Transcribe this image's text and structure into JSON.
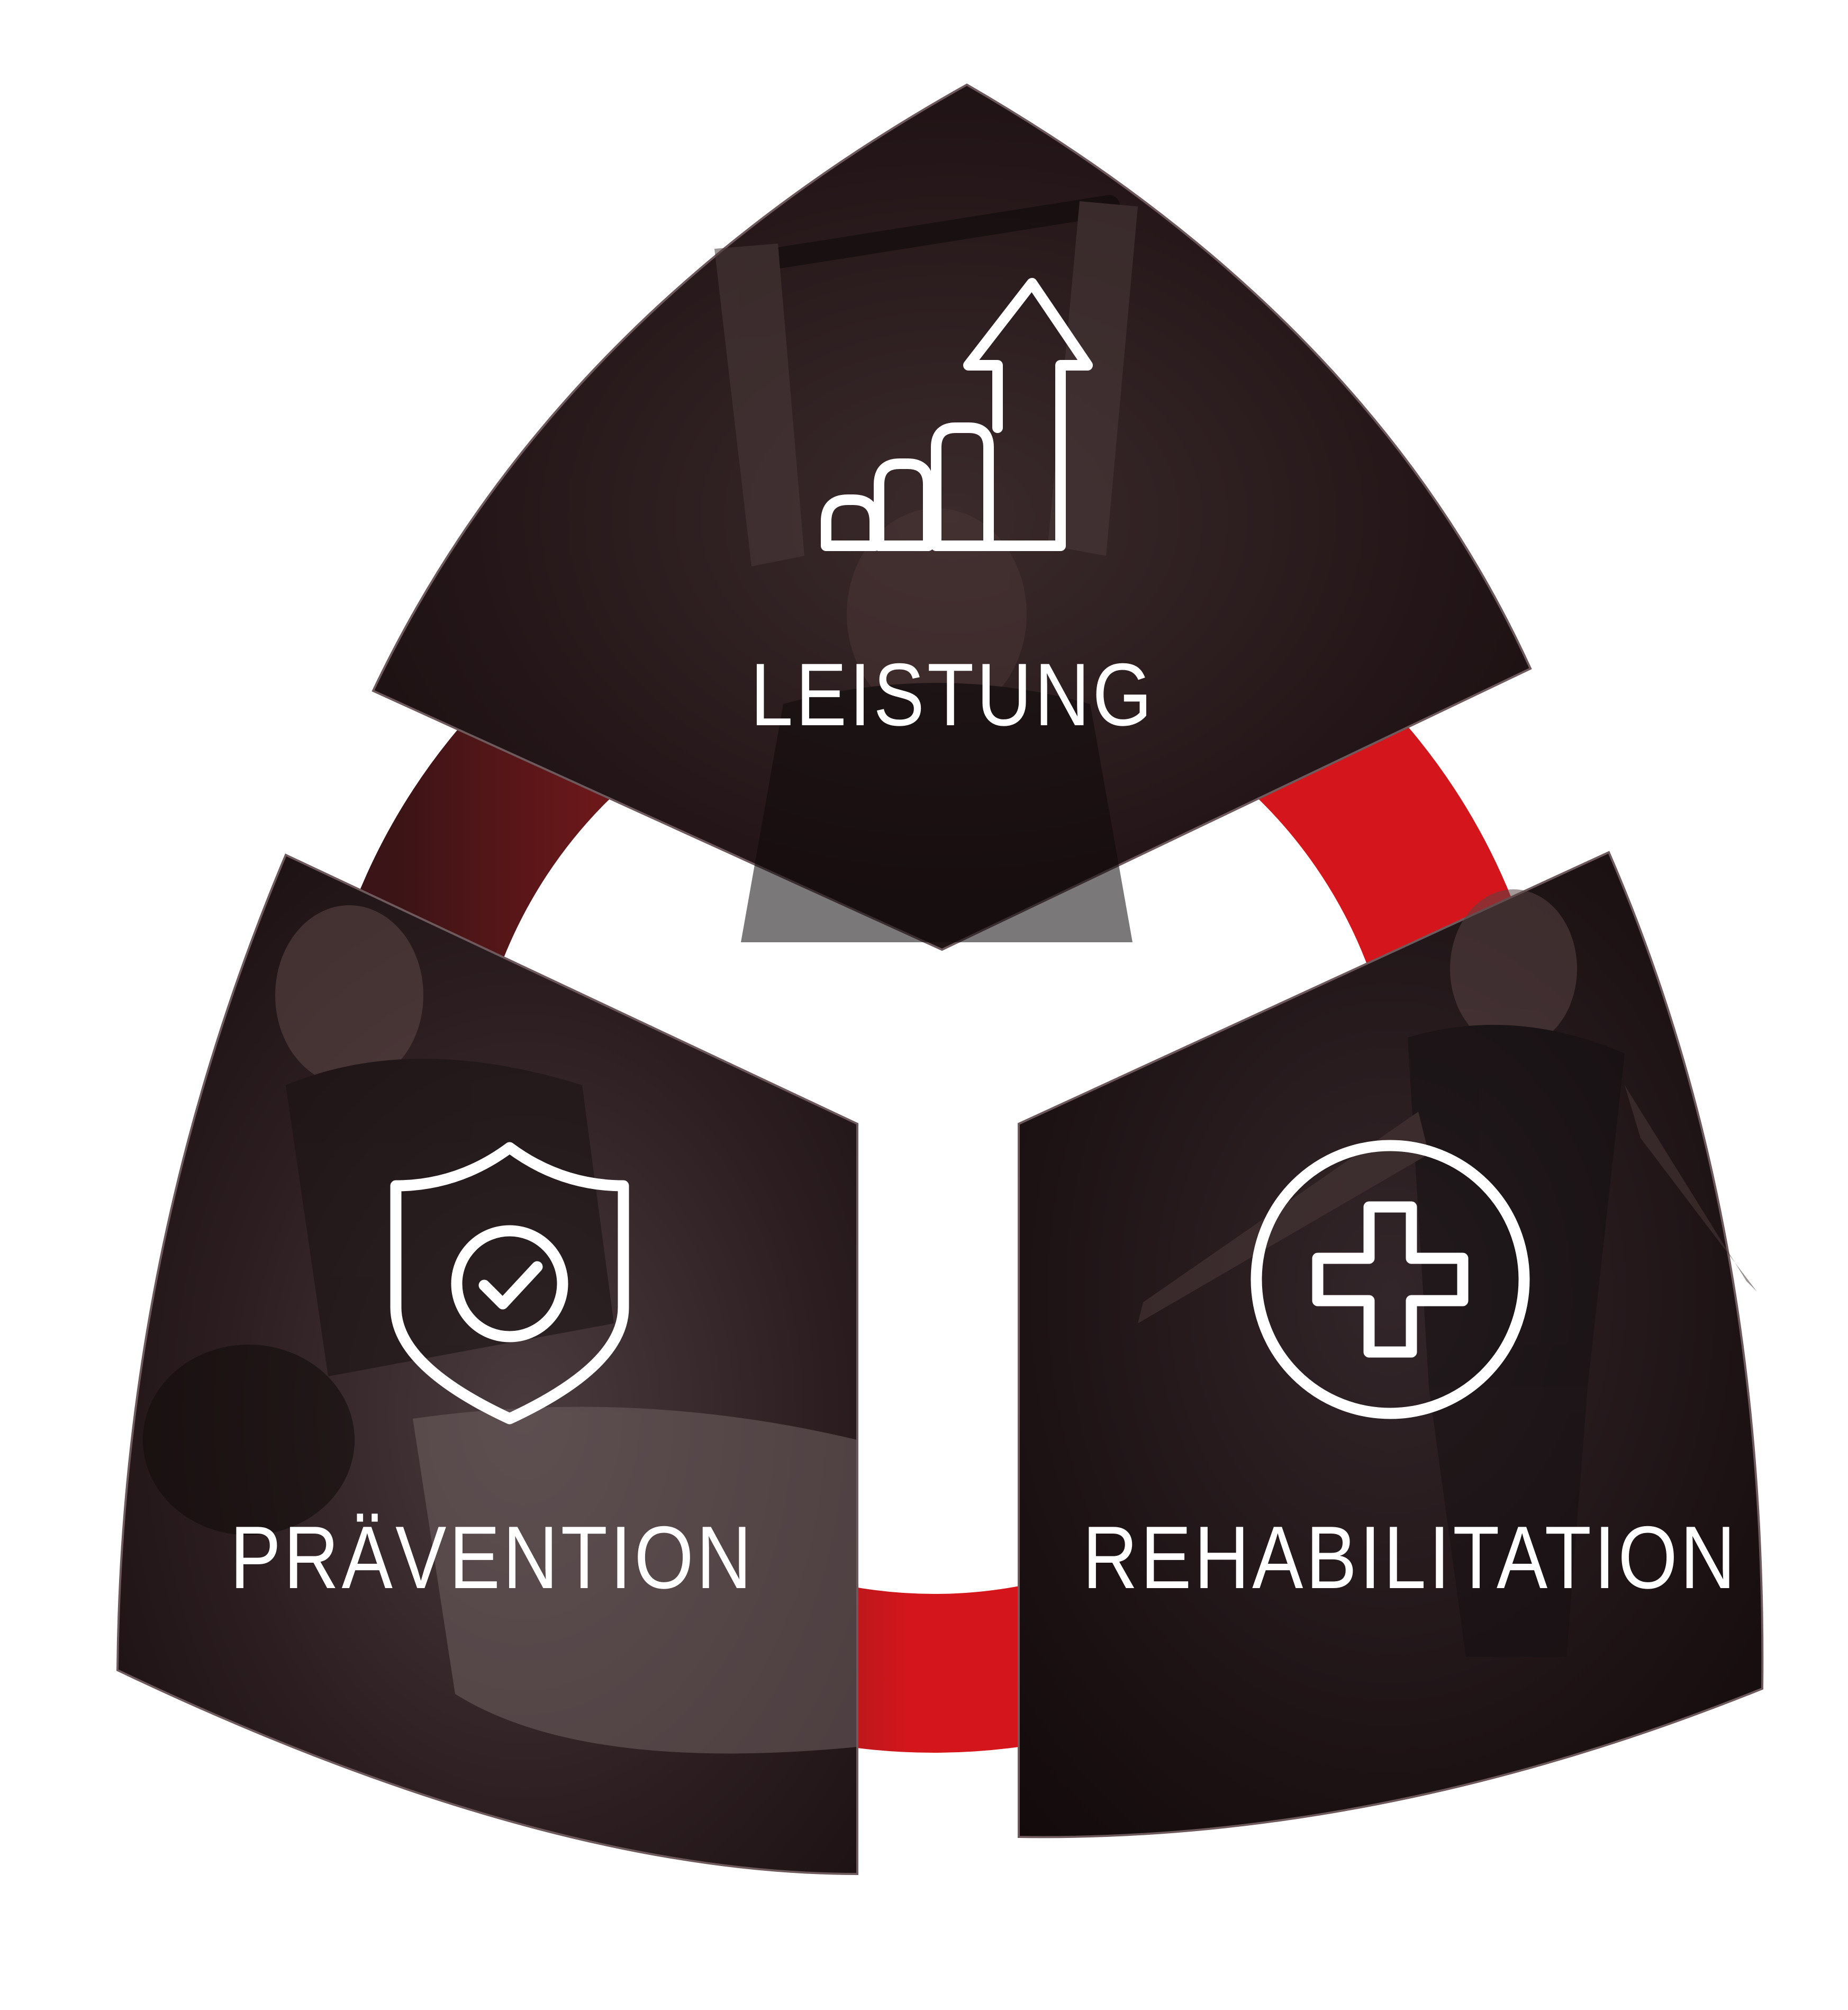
{
  "segments": [
    {
      "key": "leistung",
      "label": "LEISTUNG",
      "icon": "growth-chart-arrow-icon"
    },
    {
      "key": "praevention",
      "label": "PRÄVENTION",
      "icon": "shield-check-icon"
    },
    {
      "key": "rehabilitation",
      "label": "REHABILITATION",
      "icon": "medical-cross-circle-icon"
    }
  ],
  "colors": {
    "background": "#ffffff",
    "ring_red": "#d4161c",
    "ring_dark": "#3a1416",
    "segment_fill_top": "#1c1214",
    "segment_fill_left": "#2a1c1e",
    "segment_fill_right": "#1a1113",
    "segment_outline": "#6e5a5c",
    "text": "#ffffff"
  }
}
